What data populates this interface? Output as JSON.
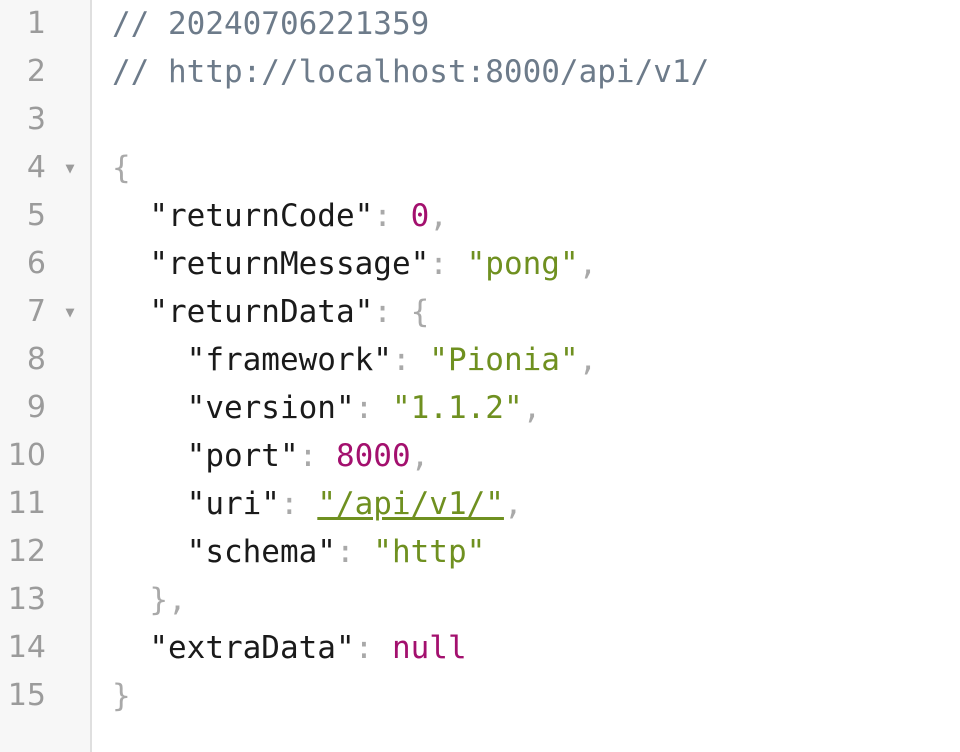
{
  "editor": {
    "type": "json-viewer",
    "language": "json",
    "total_lines": 15,
    "colors": {
      "background": "#ffffff",
      "gutter_background": "#f7f7f7",
      "gutter_divider": "#dfdfdf",
      "line_number": "#9b9b9b",
      "comment": "#6d7b8a",
      "key": "#1a1a1a",
      "string": "#6f9020",
      "number": "#a3106e",
      "punctuation": "#a9a9a9",
      "link": "#6f9020"
    },
    "fold_marker": "▼",
    "foldable_lines": [
      4,
      7
    ]
  },
  "lines": [
    {
      "number": "1",
      "foldable": true,
      "indent": 0
    },
    {
      "number": "2",
      "foldable": false,
      "indent": 0
    },
    {
      "number": "3",
      "foldable": false,
      "indent": 0
    },
    {
      "number": "4",
      "foldable": true,
      "indent": 0
    },
    {
      "number": "5",
      "foldable": false,
      "indent": 1
    },
    {
      "number": "6",
      "foldable": false,
      "indent": 1
    },
    {
      "number": "7",
      "foldable": true,
      "indent": 1
    },
    {
      "number": "8",
      "foldable": false,
      "indent": 2
    },
    {
      "number": "9",
      "foldable": false,
      "indent": 2
    },
    {
      "number": "10",
      "foldable": false,
      "indent": 2
    },
    {
      "number": "11",
      "foldable": false,
      "indent": 2
    },
    {
      "number": "12",
      "foldable": false,
      "indent": 2
    },
    {
      "number": "13",
      "foldable": false,
      "indent": 1
    },
    {
      "number": "14",
      "foldable": false,
      "indent": 1
    },
    {
      "number": "15",
      "foldable": false,
      "indent": 0
    }
  ],
  "line_numbers": {
    "l1": "1",
    "l2": "2",
    "l3": "3",
    "l4": "4",
    "l5": "5",
    "l6": "6",
    "l7": "7",
    "l8": "8",
    "l9": "9",
    "l10": "10",
    "l11": "11",
    "l12": "12",
    "l13": "13",
    "l14": "14",
    "l15": "15"
  },
  "fold_arrow": "▼",
  "code": {
    "line1_comment": "// 20240706221359",
    "line2_comment": "// http://localhost:8000/api/v1/",
    "line3_blank": "",
    "line4_open_brace": "{",
    "line5": {
      "indent": "  ",
      "key": "\"returnCode\"",
      "colon": ": ",
      "value": "0",
      "comma": ","
    },
    "line6": {
      "indent": "  ",
      "key": "\"returnMessage\"",
      "colon": ": ",
      "value": "\"pong\"",
      "comma": ","
    },
    "line7": {
      "indent": "  ",
      "key": "\"returnData\"",
      "colon": ": ",
      "value": "{"
    },
    "line8": {
      "indent": "    ",
      "key": "\"framework\"",
      "colon": ": ",
      "value": "\"Pionia\"",
      "comma": ","
    },
    "line9": {
      "indent": "    ",
      "key": "\"version\"",
      "colon": ": ",
      "value": "\"1.1.2\"",
      "comma": ","
    },
    "line10": {
      "indent": "    ",
      "key": "\"port\"",
      "colon": ": ",
      "value": "8000",
      "comma": ","
    },
    "line11": {
      "indent": "    ",
      "key": "\"uri\"",
      "colon": ": ",
      "value": "\"/api/v1/\"",
      "comma": ","
    },
    "line12": {
      "indent": "    ",
      "key": "\"schema\"",
      "colon": ": ",
      "value": "\"http\""
    },
    "line13": {
      "indent": "  ",
      "close": "}",
      "comma": ","
    },
    "line14": {
      "indent": "  ",
      "key": "\"extraData\"",
      "colon": ": ",
      "value": "null"
    },
    "line15_close_brace": "}"
  },
  "parsed_response": {
    "returnCode": "0",
    "returnMessage": "pong",
    "returnData": {
      "framework": "Pionia",
      "version": "1.1.2",
      "port": "8000",
      "uri": "/api/v1/",
      "schema": "http"
    },
    "extraData": "null"
  }
}
